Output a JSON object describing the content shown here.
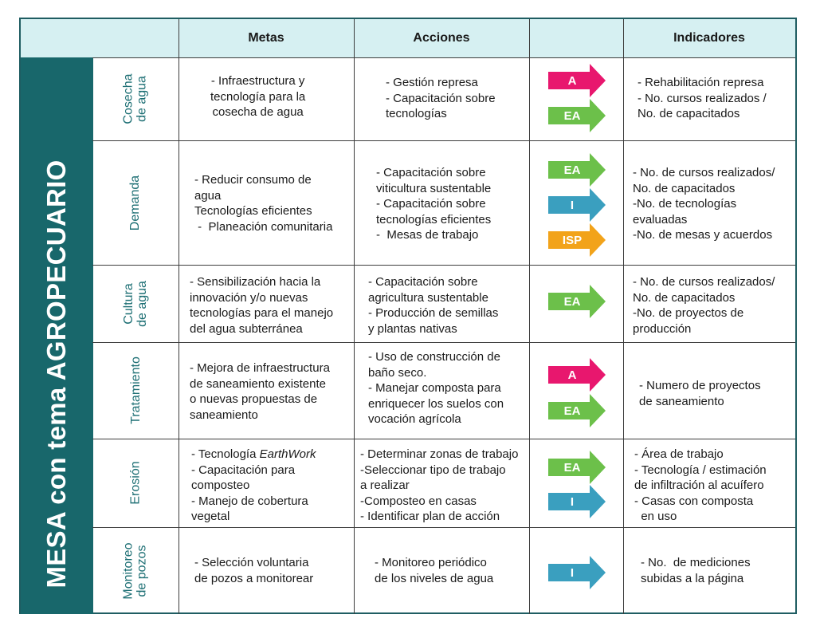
{
  "colors": {
    "header_bg": "#d6f0f2",
    "side_bar": "#18676b",
    "category_text": "#1d6f74",
    "A": "#e8176e",
    "EA": "#6cc04a",
    "I": "#3a9fbf",
    "ISP": "#f2a31a"
  },
  "side_title": "MESA con tema AGROPECUARIO",
  "headers": {
    "metas": "Metas",
    "acciones": "Acciones",
    "indicadores": "Indicadores"
  },
  "rows": [
    {
      "category": "Cosecha\nde agua",
      "metas": "- Infraestructura y\ntecnología para la\ncosecha de agua",
      "acciones": "- Gestión represa\n- Capacitación sobre\ntecnologías",
      "arrows": [
        "A",
        "EA"
      ],
      "indicadores": "- Rehabilitación represa\n- No. cursos realizados /\nNo. de capacitados"
    },
    {
      "category": "Demanda",
      "metas": "- Reducir consumo de\nagua\nTecnologías eficientes\n -  Planeación comunitaria",
      "acciones": "- Capacitación sobre\nviticultura sustentable\n- Capacitación sobre\ntecnologías eficientes\n-  Mesas de trabajo",
      "arrows": [
        "EA",
        "I",
        "ISP"
      ],
      "indicadores": "- No. de cursos realizados/\nNo. de capacitados\n-No. de tecnologías\nevaluadas\n-No. de mesas y acuerdos"
    },
    {
      "category": "Cultura\nde agua",
      "metas": "- Sensibilización hacia la\ninnovación y/o nuevas\ntecnologías para el manejo\ndel agua subterránea",
      "acciones": "- Capacitación sobre\nagricultura sustentable\n- Producción de semillas\ny plantas nativas",
      "arrows": [
        "EA"
      ],
      "indicadores": "- No. de cursos realizados/\nNo. de capacitados\n-No. de proyectos de\nproducción"
    },
    {
      "category": "Tratamiento",
      "metas": "- Mejora de infraestructura\nde saneamiento existente\no nuevas propuestas de\nsaneamiento",
      "acciones": "- Uso de construcción de\nbaño seco.\n- Manejar composta para\nenriquecer los suelos con\nvocación agrícola",
      "arrows": [
        "A",
        "EA"
      ],
      "indicadores": "- Numero de proyectos\nde saneamiento"
    },
    {
      "category": "Erosión",
      "metas_prefix": "- Tecnología ",
      "metas_italic": "EarthWork",
      "metas": "- Capacitación para\ncomposteo\n- Manejo de cobertura\nvegetal",
      "acciones": "- Determinar zonas de trabajo\n-Seleccionar tipo de trabajo\na realizar\n-Composteo en casas\n- Identificar plan de acción",
      "arrows": [
        "EA",
        "I"
      ],
      "indicadores": "- Área de trabajo\n- Tecnología / estimación\nde infiltración al acuífero\n- Casas con composta\n  en uso"
    },
    {
      "category": "Monitoreo\nde pozos",
      "metas": "- Selección voluntaria\nde pozos a monitorear",
      "acciones": "- Monitoreo periódico\nde los niveles de agua",
      "arrows": [
        "I"
      ],
      "indicadores": "- No.  de mediciones\nsubidas a la página"
    }
  ]
}
